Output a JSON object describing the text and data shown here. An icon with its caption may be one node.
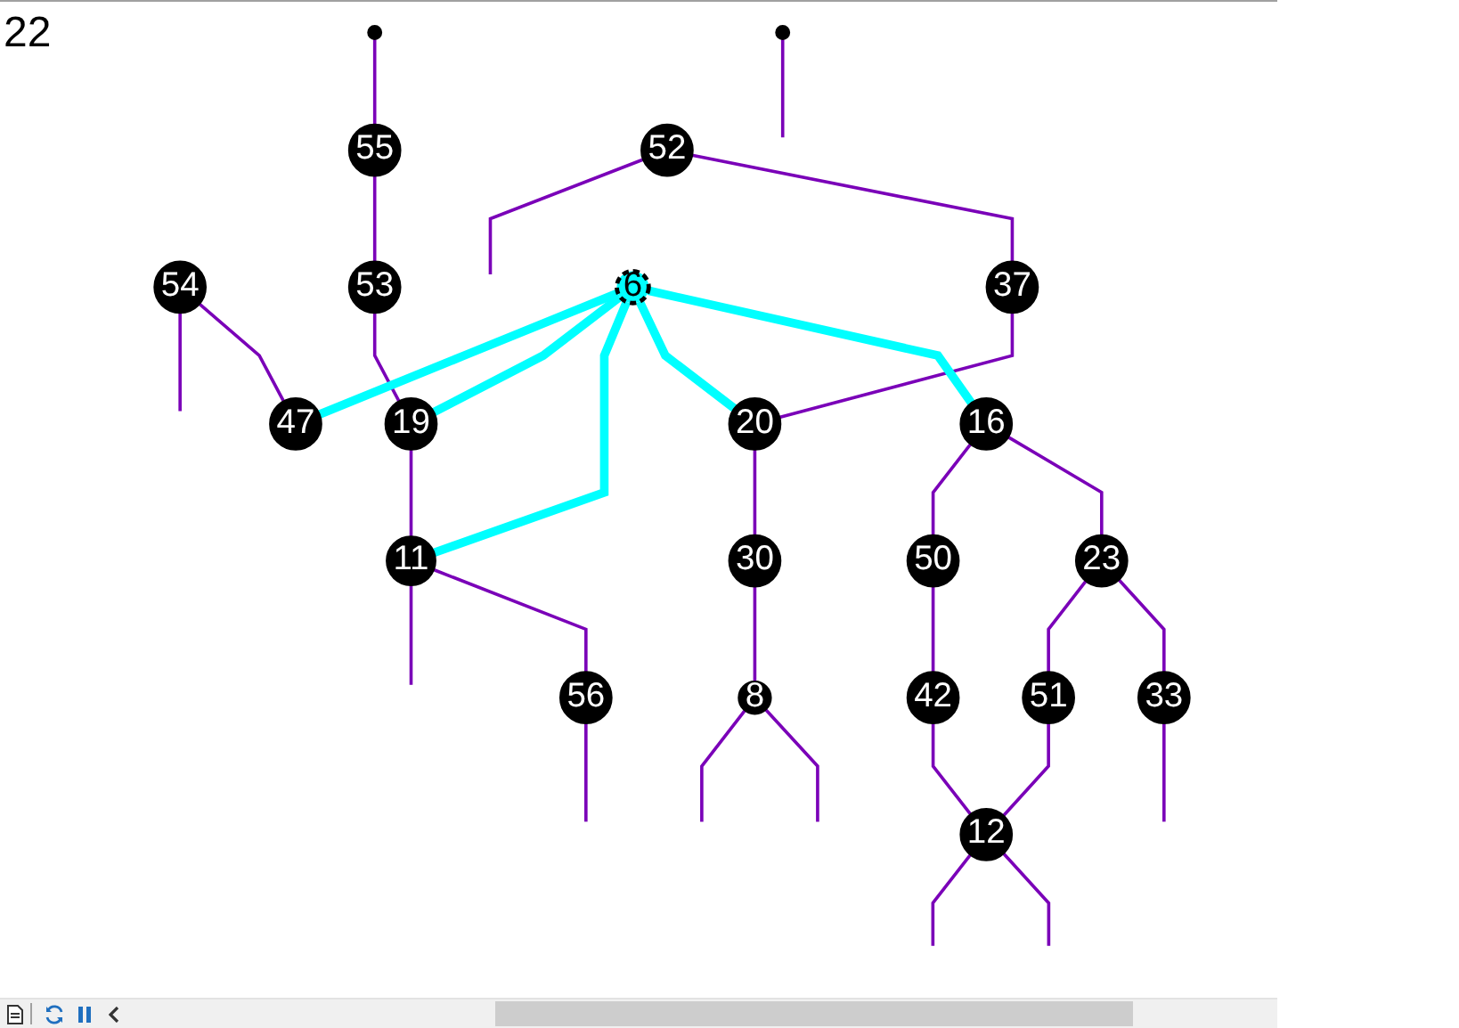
{
  "diagram": {
    "nodes": [
      {
        "text": [],
        "shape": "circle"
      },
      {
        "text": [
          "54"
        ]
      },
      {
        "text": [
          "55"
        ]
      },
      {
        "text": [
          "53"
        ]
      },
      {
        "text": [
          "11"
        ]
      },
      {
        "text": [
          "47"
        ]
      },
      {
        "text": [
          "56"
        ]
      },
      {
        "text": [
          "52"
        ]
      },
      {
        "text": [
          "19"
        ]
      },
      {
        "text": [
          "37"
        ]
      },
      {
        "text": [
          "6"
        ]
      },
      {
        "text": [
          "42"
        ]
      },
      {
        "text": [
          "20"
        ]
      },
      {
        "text": [],
        "shape": "circle"
      },
      {
        "text": [
          "50"
        ]
      },
      {
        "text": [
          "16"
        ]
      },
      {
        "text": [
          "30"
        ]
      },
      {
        "text": [
          "23"
        ]
      },
      {
        "text": [
          "12"
        ]
      },
      {
        "text": [
          "33"
        ]
      },
      {
        "text": [
          "51"
        ]
      },
      {
        "text": [
          "8"
        ]
      }
    ],
    "edges": [
      {
        "from": 0,
        "to": 2,
        "arrow": "none"
      },
      {
        "from": 1,
        "to": null,
        "arrow": "none"
      },
      {
        "from": 1,
        "to": 5,
        "arrow": "none"
      },
      {
        "from": 2,
        "to": 3,
        "arrow": "none"
      },
      {
        "from": 3,
        "to": 8,
        "arrow": "none"
      },
      {
        "from": 4,
        "to": null,
        "arrow": "none"
      },
      {
        "from": 8,
        "to": 4,
        "arrow": "none"
      },
      {
        "from": 4,
        "to": 6,
        "arrow": "none"
      },
      {
        "from": 6,
        "to": null,
        "arrow": "none"
      },
      {
        "from": 7,
        "to": null,
        "arrow": "none"
      },
      {
        "from": 7,
        "to": 9,
        "arrow": "none"
      },
      {
        "from": 10,
        "to": 5,
        "arrow": "none",
        "style": "thick",
        "color": "#00ffff"
      },
      {
        "from": 10,
        "to": 8,
        "arrow": "none",
        "style": "thick",
        "color": "#00ffff"
      },
      {
        "from": 10,
        "to": 4,
        "arrow": "none",
        "style": "thick",
        "color": "#00ffff"
      },
      {
        "from": 9,
        "to": 12,
        "arrow": "none"
      },
      {
        "from": 10,
        "to": 12,
        "arrow": "none",
        "style": "thick",
        "color": "#00ffff"
      },
      {
        "from": 10,
        "to": 15,
        "arrow": "none",
        "style": "thick",
        "color": "#00ffff"
      },
      {
        "from": 15,
        "to": 14,
        "arrow": "none"
      },
      {
        "from": 14,
        "to": 11,
        "arrow": "none"
      },
      {
        "from": 11,
        "to": 18,
        "arrow": "none"
      },
      {
        "from": 13,
        "to": null,
        "arrow": "none"
      },
      {
        "from": 12,
        "to": 16,
        "arrow": "none"
      },
      {
        "from": 15,
        "to": 17,
        "arrow": "none"
      },
      {
        "from": 16,
        "to": 21,
        "arrow": "none"
      },
      {
        "from": 17,
        "to": 20,
        "arrow": "none"
      },
      {
        "from": 17,
        "to": 19,
        "arrow": "none"
      },
      {
        "from": 20,
        "to": 18,
        "arrow": "none"
      },
      {
        "from": 18,
        "to": null,
        "arrow": "none"
      },
      {
        "from": 18,
        "to": null,
        "arrow": "none"
      },
      {
        "from": 19,
        "to": null,
        "arrow": "none"
      },
      {
        "from": 21,
        "to": null,
        "arrow": "none"
      },
      {
        "from": 21,
        "to": null,
        "arrow": "none"
      }
    ],
    "labels": [
      "22"
    ]
  }
}
